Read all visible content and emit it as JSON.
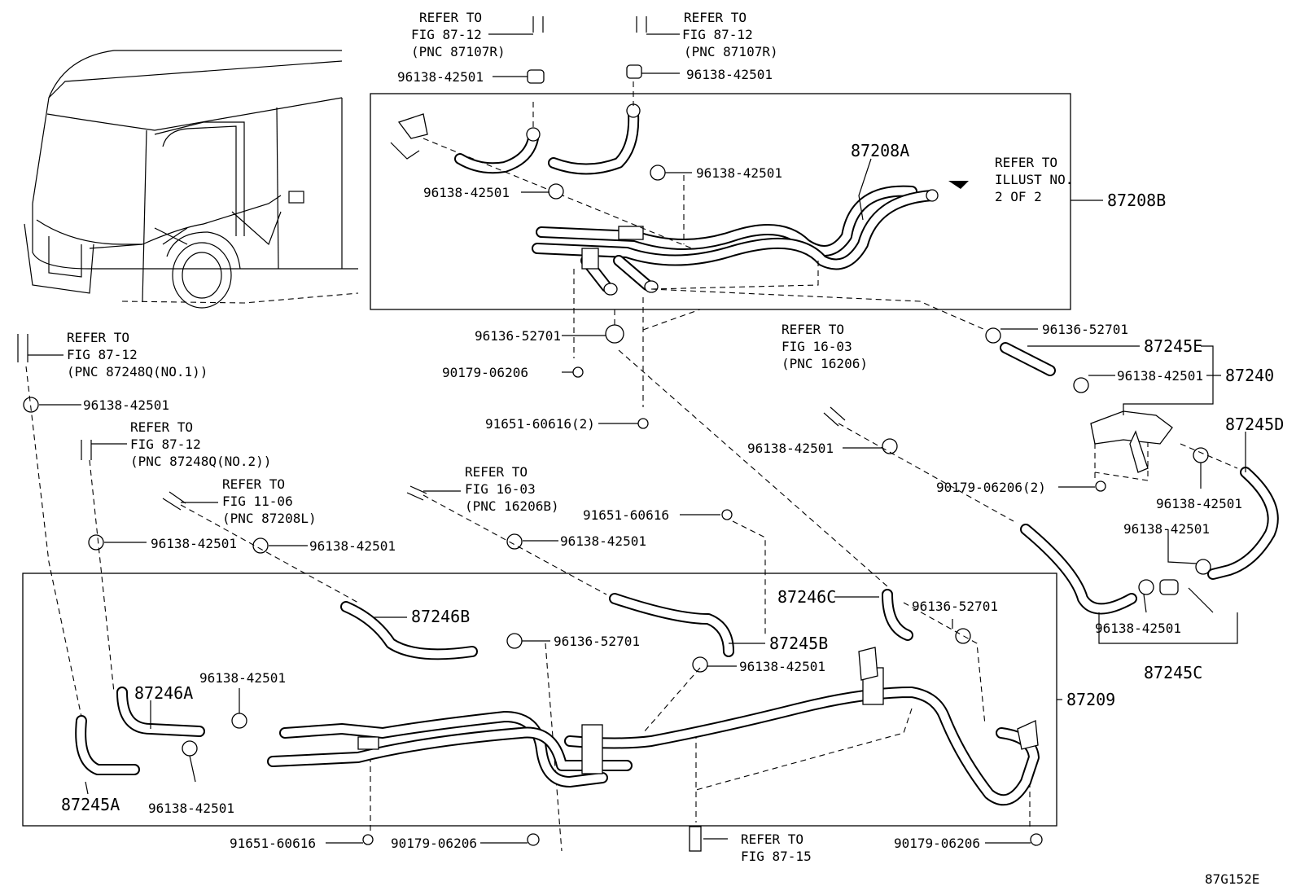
{
  "refs": {
    "r1": [
      "REFER TO",
      "FIG 87-12",
      "(PNC 87107R)"
    ],
    "r2": [
      "REFER TO",
      "FIG 87-12",
      "(PNC 87107R)"
    ],
    "r3": [
      "REFER TO",
      "ILLUST NO.",
      "2 OF 2"
    ],
    "r4": [
      "REFER TO",
      "FIG 87-12",
      "(PNC 87248Q(NO.1))"
    ],
    "r5": [
      "REFER TO",
      "FIG 87-12",
      "(PNC 87248Q(NO.2))"
    ],
    "r6": [
      "REFER TO",
      "FIG 11-06",
      "(PNC 87208L)"
    ],
    "r7": [
      "REFER TO",
      "FIG 16-03",
      "(PNC 16206B)"
    ],
    "r8": [
      "REFER TO",
      "FIG 16-03",
      "(PNC 16206)"
    ],
    "r9": [
      "REFER TO",
      "FIG 87-15"
    ]
  },
  "labels": {
    "c1": "96138-42501",
    "c2": "96138-42501",
    "c3": "96138-42501",
    "c4": "96138-42501",
    "c5": "96136-52701",
    "c6": "90179-06206",
    "c7": "91651-60616(2)",
    "c8": "96136-52701",
    "c9": "96138-42501",
    "c10": "96138-42501",
    "c11": "90179-06206(2)",
    "c12": "96138-42501",
    "c13": "96138-42501",
    "c14": "96138-42501",
    "c15": "96138-42501",
    "c16": "96138-42501",
    "c17": "91651-60616",
    "c18": "96138-42501",
    "c19": "96136-52701",
    "c20": "96138-42501",
    "c21": "96136-52701",
    "c22": "96138-42501",
    "c23": "96138-42501",
    "c24": "96138-42501",
    "c25": "96138-42501",
    "c26": "91651-60616",
    "c27": "90179-06206",
    "c28": "90179-06206"
  },
  "parts": {
    "p87208A": "87208A",
    "p87208B": "87208B",
    "p87245E": "87245E",
    "p87240": "87240",
    "p87245D": "87245D",
    "p87246B": "87246B",
    "p87246C": "87246C",
    "p87245B": "87245B",
    "p87246A": "87246A",
    "p87245A": "87245A",
    "p87209": "87209",
    "p87245C": "87245C"
  },
  "figure_id": "87G152E"
}
